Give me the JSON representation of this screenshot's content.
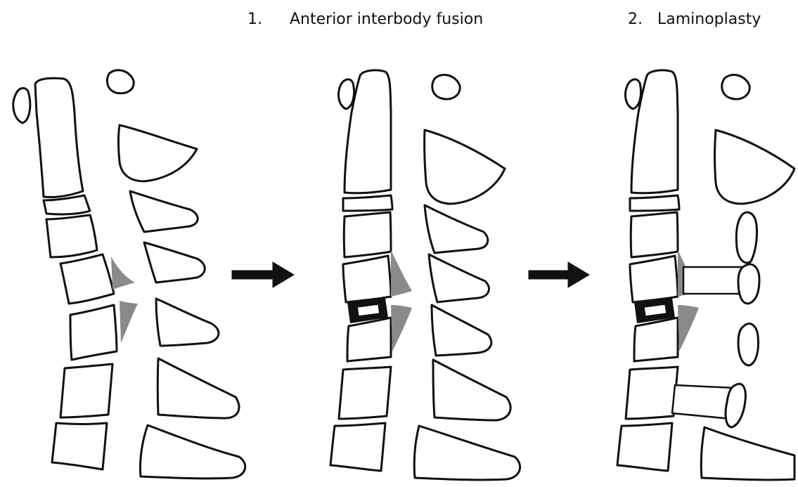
{
  "steps": [
    {
      "number": "1.",
      "title": "Anterior interbody fusion"
    },
    {
      "number": "2.",
      "title": "Laminoplasty"
    }
  ],
  "colors": {
    "outline": "#111111",
    "ligament": "#8a8a8a",
    "background": "#ffffff"
  },
  "arrows": [
    "right-arrow",
    "right-arrow"
  ]
}
